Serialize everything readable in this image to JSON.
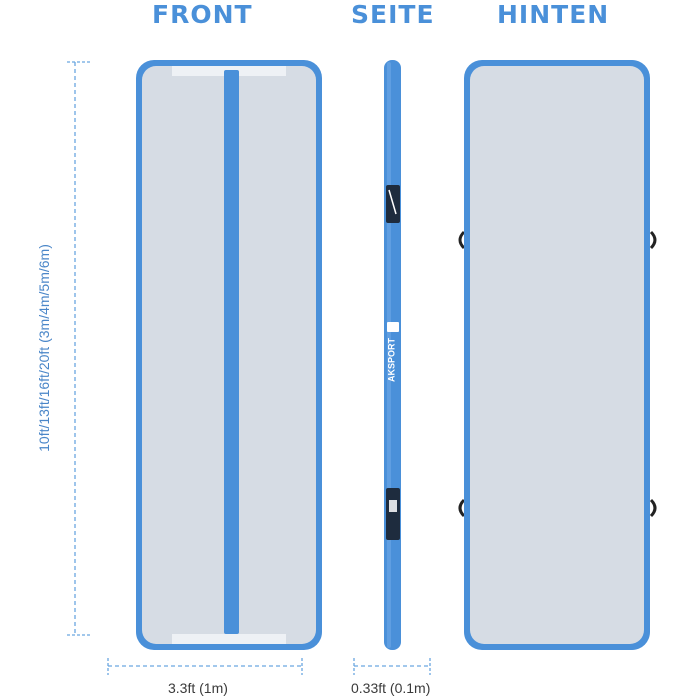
{
  "views": {
    "front": "FRONT",
    "side": "SEITE",
    "back": "HINTEN"
  },
  "dimensions": {
    "length": "10ft/13ft/16ft/20ft (3m/4m/5m/6m)",
    "width": "3.3ft (1m)",
    "height": "0.33ft (0.1m)"
  },
  "brand": "AKSPORT",
  "colors": {
    "mat_blue": "#4a90d9",
    "mat_grey": "#d6dce4",
    "dimension_line": "#6aa6e0"
  }
}
